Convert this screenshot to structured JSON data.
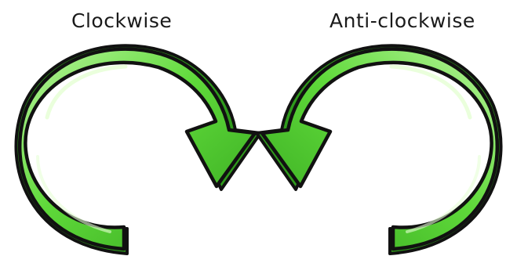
{
  "labels": {
    "clockwise": "Clockwise",
    "anticlockwise": "Anti-clockwise"
  },
  "colors": {
    "arrow_fill": "#5fd93a",
    "arrow_dark": "#2f9a1c",
    "arrow_light": "#b9f59d",
    "outline": "#111111",
    "background": "#ffffff"
  },
  "arrows": [
    {
      "name": "clockwise-arrow",
      "direction": "clockwise"
    },
    {
      "name": "anticlockwise-arrow",
      "direction": "anticlockwise"
    }
  ]
}
